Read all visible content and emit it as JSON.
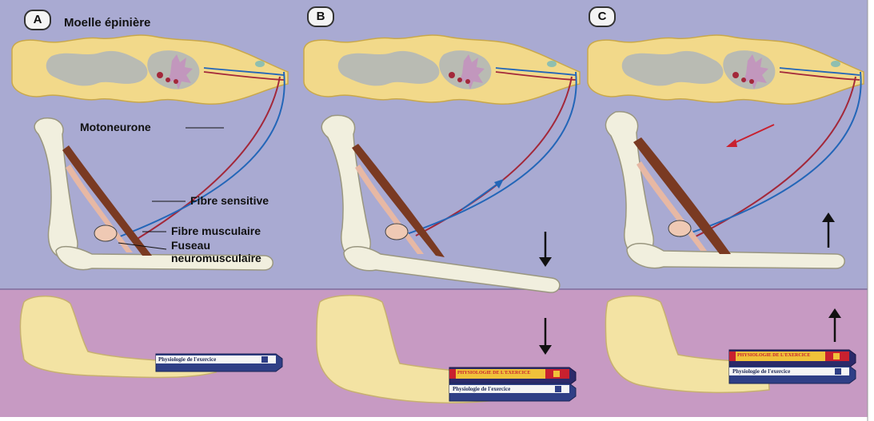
{
  "panels": [
    {
      "letter": "A"
    },
    {
      "letter": "B"
    },
    {
      "letter": "C"
    }
  ],
  "labels": {
    "spinal_cord": "Moelle épinière",
    "motor_neuron": "Motoneurone",
    "sensory_fiber": "Fibre sensitive",
    "muscle_fiber": "Fibre musculaire",
    "spindle_line1": "Fuseau",
    "spindle_line2": "neuromusculaire"
  },
  "books": {
    "physiologie": "Physiologie de l'exercice",
    "physiologie_caps": "PHYSIOLOGIE DE L'EXERCICE"
  },
  "colors": {
    "top_background": "#a9aad2",
    "bottom_background": "#c79ac3",
    "spinal_cord": "#f2d98a",
    "grey_matter": "#b9bbb3",
    "motor_neuron": "#a3283a",
    "sensory_fiber": "#2366b8",
    "muscle": "#7a3a22",
    "bone": "#f1efde",
    "arm": "#f3e3a3"
  }
}
